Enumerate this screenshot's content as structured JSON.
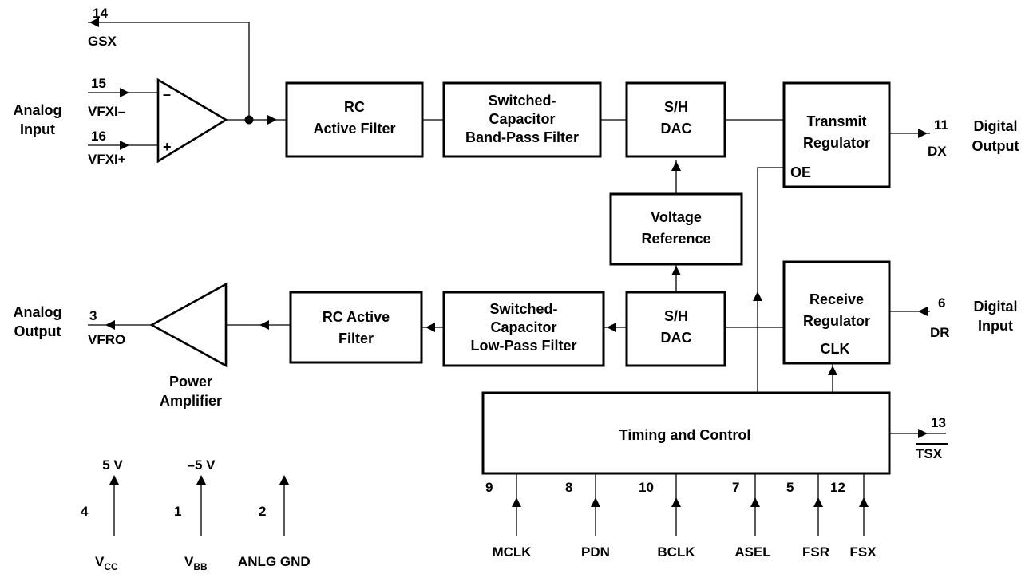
{
  "blocks": {
    "rc_active_filter_tx": [
      "RC",
      "Active Filter"
    ],
    "sc_bandpass_filter": [
      "Switched-",
      "Capacitor",
      "Band-Pass Filter"
    ],
    "sh_dac_tx": [
      "S/H",
      "DAC"
    ],
    "transmit_regulator": [
      "Transmit",
      "Regulator"
    ],
    "oe_label": "OE",
    "voltage_reference": [
      "Voltage",
      "Reference"
    ],
    "sh_dac_rx": [
      "S/H",
      "DAC"
    ],
    "sc_lowpass_filter": [
      "Switched-",
      "Capacitor",
      "Low-Pass Filter"
    ],
    "rc_active_filter_rx": [
      "RC Active",
      "Filter"
    ],
    "receive_regulator": [
      "Receive",
      "Regulator"
    ],
    "clk_label": "CLK",
    "timing_control": "Timing and Control",
    "power_amplifier": [
      "Power",
      "Amplifier"
    ]
  },
  "signals": {
    "analog_input": [
      "Analog",
      "Input"
    ],
    "analog_output": [
      "Analog",
      "Output"
    ],
    "digital_output": [
      "Digital",
      "Output"
    ],
    "digital_input": [
      "Digital",
      "Input"
    ],
    "minus_sign": "–",
    "plus_sign": "+"
  },
  "pins": {
    "gsx": {
      "num": "14",
      "name": "GSX"
    },
    "vfxi_minus": {
      "num": "15",
      "name": "VFXI–"
    },
    "vfxi_plus": {
      "num": "16",
      "name": "VFXI+"
    },
    "dx": {
      "num": "11",
      "name": "DX"
    },
    "dr": {
      "num": "6",
      "name": "DR"
    },
    "vfro": {
      "num": "3",
      "name": "VFRO"
    },
    "tsx": {
      "num": "13",
      "name": "TSX"
    },
    "mclk": {
      "num": "9",
      "name": "MCLK"
    },
    "pdn": {
      "num": "8",
      "name": "PDN"
    },
    "bclk": {
      "num": "10",
      "name": "BCLK"
    },
    "asel": {
      "num": "7",
      "name": "ASEL"
    },
    "fsr": {
      "num": "5",
      "name": "FSR"
    },
    "fsx": {
      "num": "12",
      "name": "FSX"
    },
    "vcc": {
      "num": "4",
      "voltage": "5 V",
      "name": "V",
      "sub": "CC"
    },
    "vbb": {
      "num": "1",
      "voltage": "–5 V",
      "name": "V",
      "sub": "BB"
    },
    "anlg_gnd": {
      "num": "2",
      "name": "ANLG GND"
    }
  }
}
